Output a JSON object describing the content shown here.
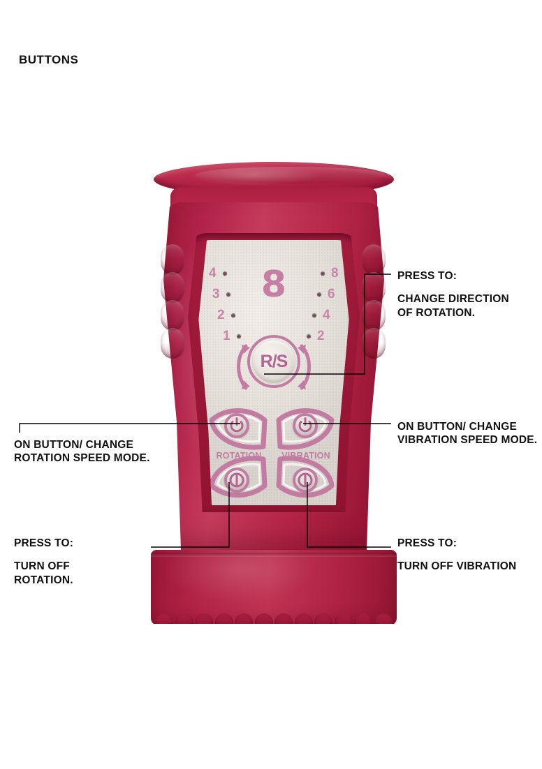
{
  "page": {
    "title": "BUTTONS",
    "background_color": "#ffffff"
  },
  "device": {
    "name": "rotating vibrator controller",
    "body_color": "#b52548",
    "panel_color": "#e6e0db",
    "print_color": "#c27ca1",
    "dot_color": "#6d5158"
  },
  "panel": {
    "mode_display": "8",
    "left_ladder": {
      "label": "rotation speed levels",
      "values": [
        "4",
        "3",
        "2",
        "1"
      ]
    },
    "right_ladder": {
      "label": "vibration speed levels",
      "values": [
        "8",
        "6",
        "4",
        "2"
      ]
    },
    "direction_button": {
      "label": "R/S"
    },
    "captions": {
      "rotation": "ROTATION",
      "vibration": "VIBRATION"
    },
    "buttons": {
      "rotation_on": "power-on-icon",
      "vibration_on": "power-on-icon",
      "rotation_off": "power-off-icon",
      "vibration_off": "power-off-icon"
    }
  },
  "callouts": [
    {
      "id": "press-to-change-direction",
      "head": "PRESS TO:",
      "body": "CHANGE DIRECTION\nOF ROTATION."
    },
    {
      "id": "vibration-on-change-speed",
      "head": "",
      "body": "ON BUTTON/ CHANGE\nVIBRATION SPEED MODE."
    },
    {
      "id": "rotation-on-change-speed",
      "head": "",
      "body": "ON BUTTON/ CHANGE\nROTATION SPEED MODE."
    },
    {
      "id": "press-to-turn-off-rotation",
      "head": "PRESS TO:",
      "body": "TURN OFF\nROTATION."
    },
    {
      "id": "press-to-turn-off-vibration",
      "head": "PRESS TO:",
      "body": "TURN OFF VIBRATION"
    }
  ]
}
